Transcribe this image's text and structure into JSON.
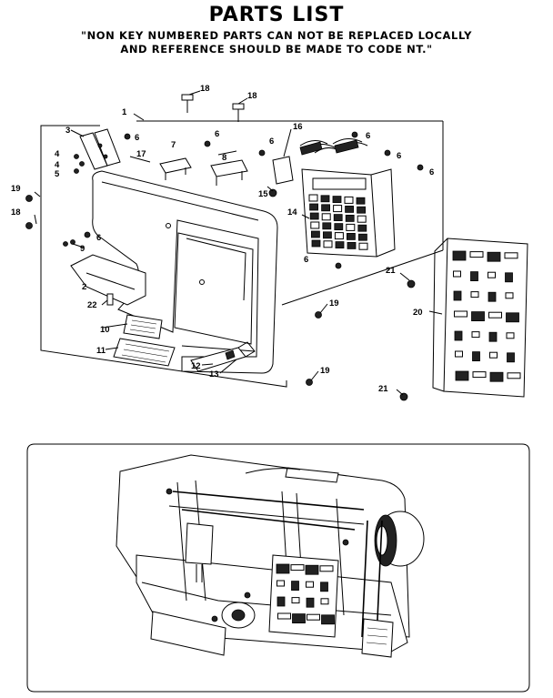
{
  "header": {
    "title": "PARTS LIST",
    "note_line1": "\"NON KEY NUMBERED PARTS CAN NOT BE REPLACED LOCALLY",
    "note_line2": "AND REFERENCE SHOULD BE MADE TO CODE NT.\""
  },
  "callouts": {
    "c1": "1",
    "c3": "3",
    "c4a": "4",
    "c4b": "4",
    "c5": "5",
    "c6a": "6",
    "c6b": "6",
    "c6c": "6",
    "c6d": "6",
    "c6e": "6",
    "c6f": "6",
    "c6g": "6",
    "c6h": "6",
    "c7": "7",
    "c8": "8",
    "c9": "9",
    "c10": "10",
    "c11": "11",
    "c12": "12",
    "c13": "13",
    "c14": "14",
    "c15": "15",
    "c16": "16",
    "c17": "17",
    "c18a": "18",
    "c18b": "18",
    "c18c": "18",
    "c19a": "19",
    "c19b": "19",
    "c19c": "19",
    "c20": "20",
    "c21a": "21",
    "c21b": "21",
    "c22": "22",
    "c2": "2"
  }
}
